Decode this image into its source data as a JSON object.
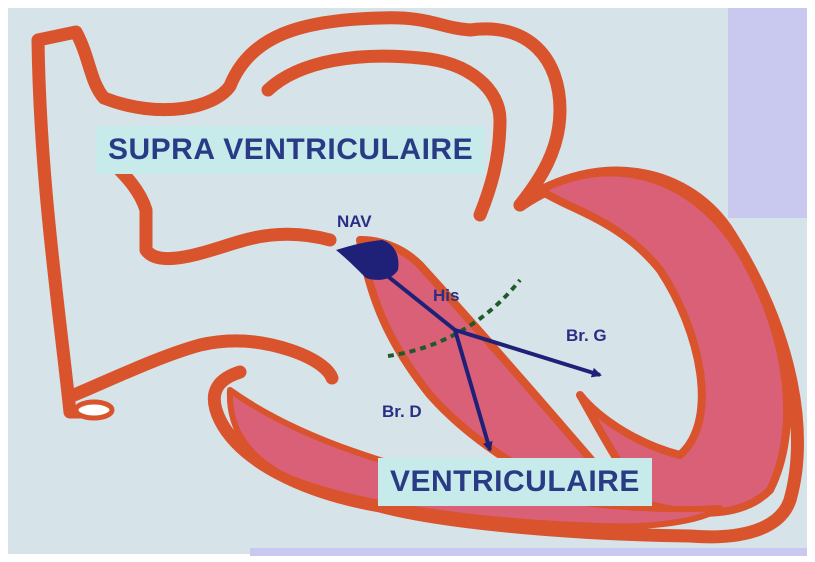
{
  "regions": {
    "supra": "SUPRA VENTRICULAIRE",
    "ventricular": "VENTRICULAIRE"
  },
  "conduction": {
    "node": "NAV",
    "bundle": "His",
    "left_branch": "Br. G",
    "right_branch": "Br. D"
  },
  "colors": {
    "background": "#d6e3e8",
    "heart_wall": "#d9532c",
    "myocardium": "#d96076",
    "conduction_path": "#1f2178",
    "label_box": "#c6ebea",
    "label_text": "#2a3b86",
    "divider_line": "#1f5a2a",
    "corner_fill": "#c9c9f0"
  },
  "icons": {
    "node": "av-node-shape",
    "arrow": "arrow-head"
  }
}
